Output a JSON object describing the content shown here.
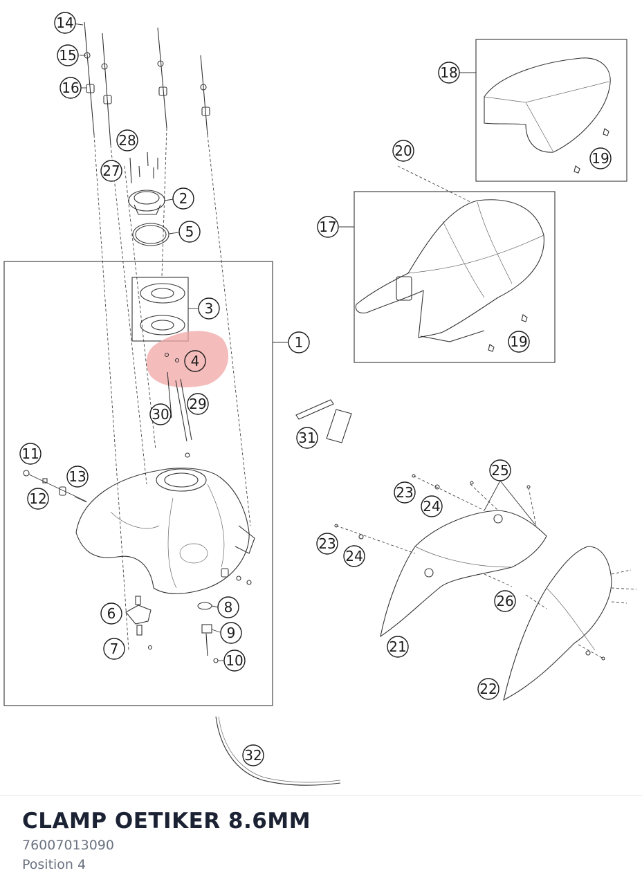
{
  "diagram": {
    "highlight_color": "#f2a6a6",
    "highlighted_callout": "4",
    "callouts": [
      "14",
      "15",
      "16",
      "28",
      "27",
      "2",
      "5",
      "3",
      "4",
      "1",
      "30",
      "29",
      "11",
      "13",
      "12",
      "6",
      "7",
      "8",
      "9",
      "10",
      "18",
      "19",
      "20",
      "17",
      "31",
      "25",
      "23",
      "24",
      "26",
      "21",
      "22",
      "32"
    ]
  },
  "part": {
    "title": "CLAMP OETIKER 8.6MM",
    "number": "76007013090",
    "position": "Position 4"
  }
}
